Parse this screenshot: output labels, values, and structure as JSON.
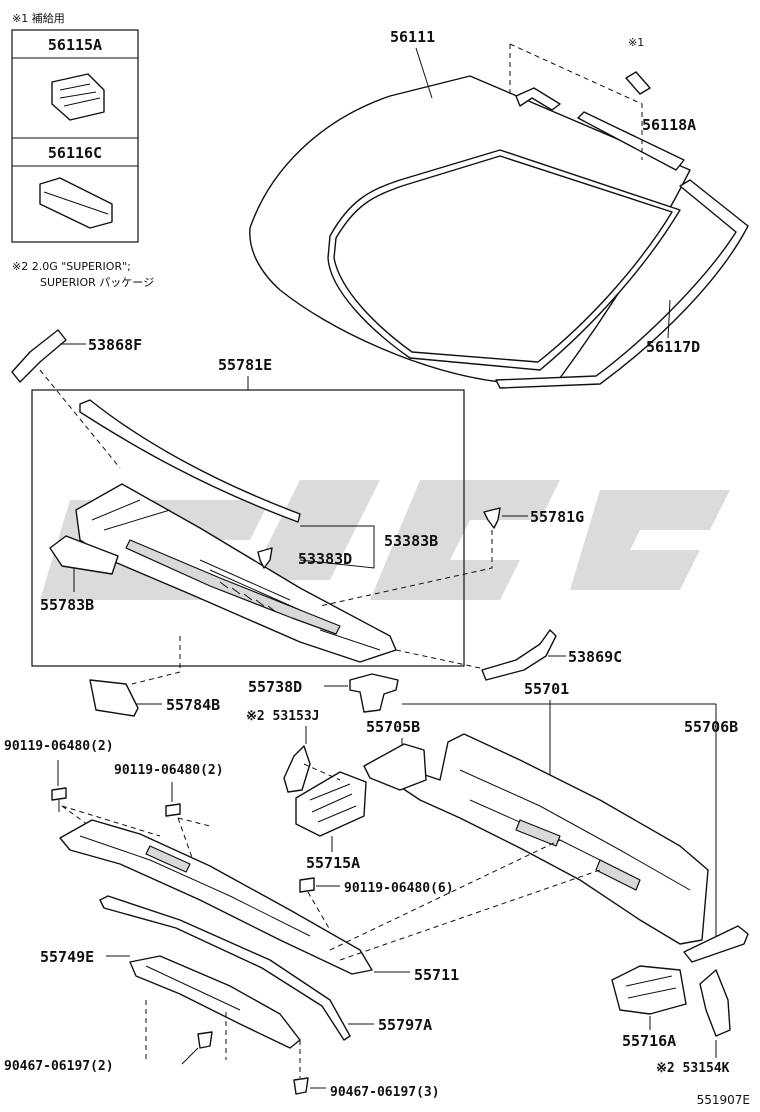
{
  "inset": {
    "note1": "※1 補給用",
    "part_a": "56115A",
    "part_b": "56116C"
  },
  "note2": {
    "line1": "※2 2.0G \"SUPERIOR\";",
    "line2": "SUPERIOR パッケージ"
  },
  "labels": {
    "p56111": "56111",
    "star1": "※1",
    "p56118A": "56118A",
    "p56117D": "56117D",
    "p53868F": "53868F",
    "p55781E": "55781E",
    "p55781G": "55781G",
    "p53383B": "53383B",
    "p53383D": "53383D",
    "p55783B": "55783B",
    "p53869C": "53869C",
    "p55738D": "55738D",
    "p55784B": "55784B",
    "p55701": "55701",
    "p53153J": "※2 53153J",
    "p55705B": "55705B",
    "p55706B": "55706B",
    "p90119_2a": "90119-06480(2)",
    "p90119_2b": "90119-06480(2)",
    "p55715A": "55715A",
    "p90119_6": "90119-06480(6)",
    "p55749E": "55749E",
    "p55711": "55711",
    "p55797A": "55797A",
    "p90467_2": "90467-06197(2)",
    "p90467_3": "90467-06197(3)",
    "p55716A": "55716A",
    "p53154K": "※2 53154K"
  },
  "diagram_code": "551907E"
}
